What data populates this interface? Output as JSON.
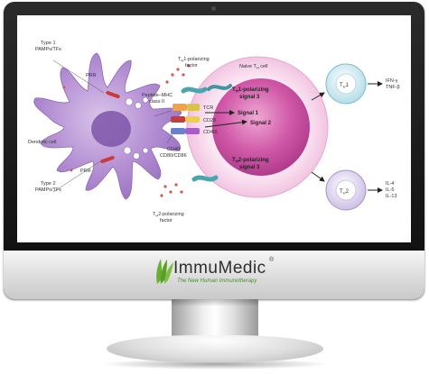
{
  "diagram": {
    "labels": {
      "type1_pamps": [
        "Type 1",
        "PAMPs/TFs"
      ],
      "type2_pamps": [
        "Type 2",
        "PAMPs/TFs"
      ],
      "prr_top": "PRR",
      "prr_bottom": "PRR",
      "dendritic_cell": "Dendritic cell",
      "th1_factor": [
        "T",
        "H",
        "1-polarizing",
        "factor"
      ],
      "th2_factor": [
        "T",
        "H",
        "2-polarizing",
        "factor"
      ],
      "peptide_mhc": [
        "Peptide–MHC",
        "class II"
      ],
      "tcr": "TCR",
      "cd28": "CD28",
      "cd40l": "CD40L",
      "costim": [
        "CD40",
        "CD80/CD86"
      ],
      "naive_cell": [
        "Naive T",
        "H",
        " cell"
      ],
      "signal1": "Signal 1",
      "signal2": "Signal 2",
      "th1_signal3": [
        "T",
        "H",
        "1-polarizing",
        "signal 3"
      ],
      "th2_signal3": [
        "T",
        "H",
        "2-polarizing",
        "signal 3"
      ],
      "th1_cell": [
        "T",
        "H",
        "1"
      ],
      "th2_cell": [
        "T",
        "H",
        "2"
      ],
      "th1_cytokines": [
        "IFN-γ",
        "TNF-β"
      ],
      "th2_cytokines": [
        "IL-4",
        "IL-5",
        "IL-13"
      ]
    },
    "colors": {
      "dendritic": "#b48fd3",
      "tcell_outer": "#f6d4ea",
      "tcell_inner": "#d058a8",
      "th1": "#c9e6ee",
      "th2": "#d9d0ea",
      "receptor_teal": "#6ec1c8"
    }
  },
  "brand": {
    "name": "ImmuMedic",
    "registered": "®",
    "tagline": "The New Human Immunotherapy",
    "color": "#5a9e2a"
  }
}
